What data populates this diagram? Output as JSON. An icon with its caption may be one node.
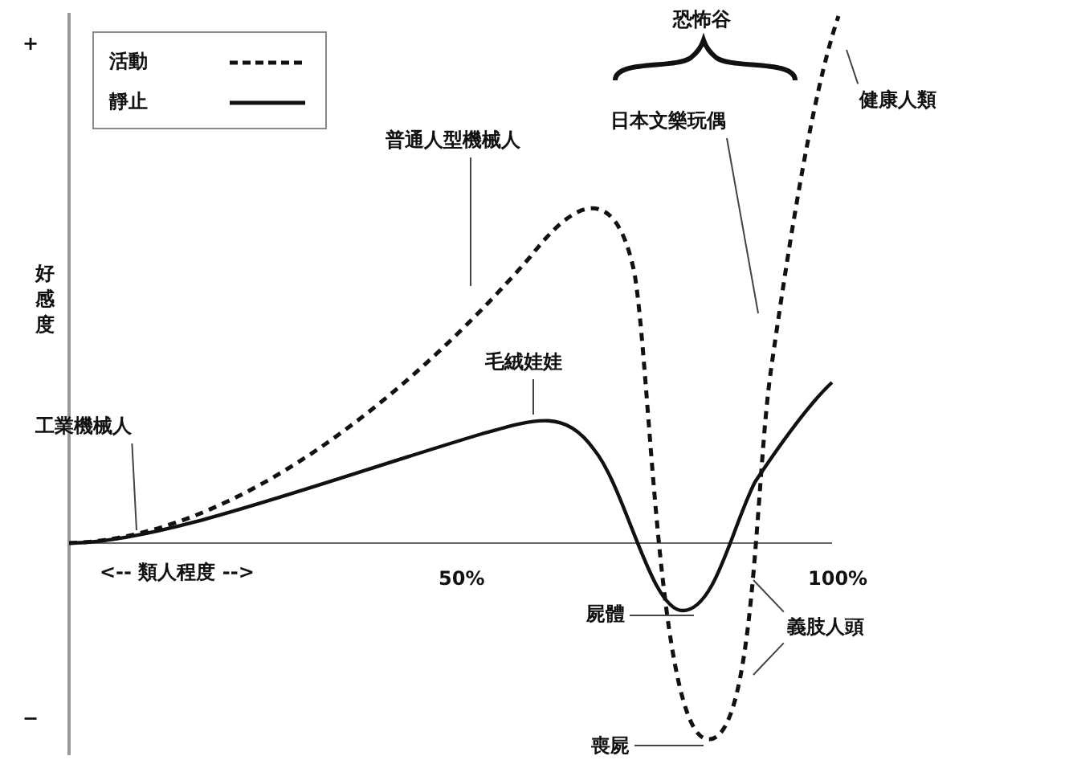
{
  "diagram": {
    "nodes": [
      {
        "text": [
          "普通人型機械人"
        ]
      },
      {
        "text": [
          "日本文樂玩偶"
        ]
      },
      {
        "text": [
          "健康人類"
        ]
      },
      {
        "text": [
          "毛絨娃娃"
        ]
      },
      {
        "text": [
          "工業機械人"
        ]
      },
      {
        "text": [
          "屍體"
        ]
      },
      {
        "text": [
          "義肢人頭"
        ]
      },
      {
        "text": [
          "喪屍"
        ]
      }
    ],
    "edges": [
      {
        "from": 0,
        "to": null,
        "arrow": "none"
      },
      {
        "from": 1,
        "to": null,
        "arrow": "none"
      },
      {
        "from": 2,
        "to": null,
        "arrow": "none"
      },
      {
        "from": 3,
        "to": null,
        "arrow": "none"
      },
      {
        "from": 4,
        "to": null,
        "arrow": "none"
      },
      {
        "from": 5,
        "to": null,
        "arrow": "none"
      },
      {
        "from": 6,
        "to": null,
        "arrow": "none"
      },
      {
        "from": 6,
        "to": null,
        "arrow": "none"
      },
      {
        "from": 7,
        "to": null,
        "arrow": "none"
      }
    ],
    "labels": [
      "恐怖谷",
      "+",
      "好感度",
      "−",
      "<-- 類人程度 -->",
      "50%",
      "100%"
    ],
    "legend": [
      {
        "text": "活動"
      },
      {
        "text": "靜止"
      }
    ]
  }
}
